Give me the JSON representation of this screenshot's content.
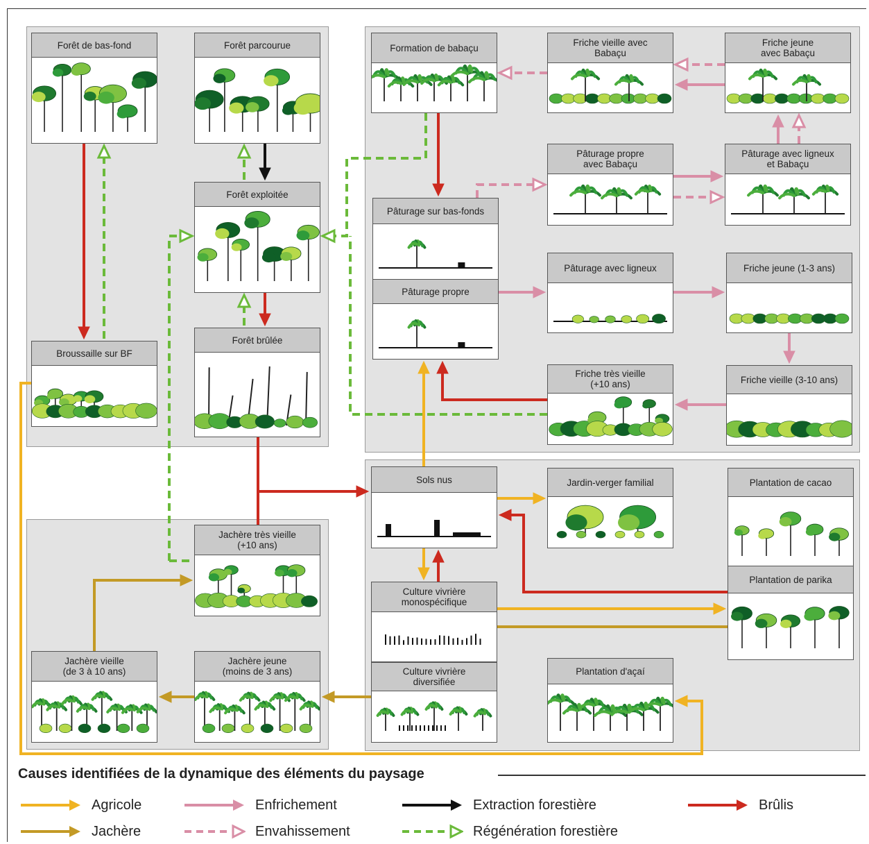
{
  "colors": {
    "agricole": "#f0b323",
    "jachere": "#c39a26",
    "enfrichement": "#d98ea6",
    "extraction": "#111111",
    "brulis": "#cc2a1f",
    "regeneration": "#6bba3a"
  },
  "cards": {
    "foret_bas_fond": "Forêt de bas-fond",
    "foret_parcourue": "Forêt parcourue",
    "foret_exploitee": "Forêt exploitée",
    "broussaille": "Broussaille sur BF",
    "foret_brulee": "Forêt brûlée",
    "formation_babacu": "Formation de babaçu",
    "friche_vieille_babacu": "Friche vieille avec\nBabaçu",
    "friche_jeune_babacu": "Friche jeune\navec Babaçu",
    "paturage_propre_babacu": "Pâturage propre\navec Babaçu",
    "paturage_ligneux_babacu": "Pâturage avec ligneux\net Babaçu",
    "paturage_bas_fonds": "Pâturage sur bas-fonds",
    "paturage_propre": "Pâturage propre",
    "paturage_ligneux": "Pâturage avec ligneux",
    "friche_jeune": "Friche jeune (1-3 ans)",
    "friche_tres_vieille": "Friche très vieille\n(+10 ans)",
    "friche_vieille": "Friche vieille (3-10 ans)",
    "sols_nus": "Sols nus",
    "jardin_verger": "Jardin-verger familial",
    "plantation_cacao": "Plantation de cacao",
    "plantation_parika": "Plantation de parika",
    "jachere_tres_vieille": "Jachère très vieille\n(+10 ans)",
    "culture_mono": "Culture vivrière\nmonospécifique",
    "culture_div": "Culture vivrière\ndiversifiée",
    "plantation_acai": "Plantation d'açaí",
    "jachere_vieille": "Jachère vieille\n(de 3 à 10 ans)",
    "jachere_jeune": "Jachère jeune\n(moins de 3 ans)"
  },
  "legend": {
    "title": "Causes identifiées de la dynamique des éléments du paysage",
    "agricole": "Agricole",
    "jachere": "Jachère",
    "enfrichement": "Enfrichement",
    "envahissement": "Envahissement",
    "extraction": "Extraction forestière",
    "regeneration": "Régénération forestière",
    "brulis": "Brûlis"
  }
}
